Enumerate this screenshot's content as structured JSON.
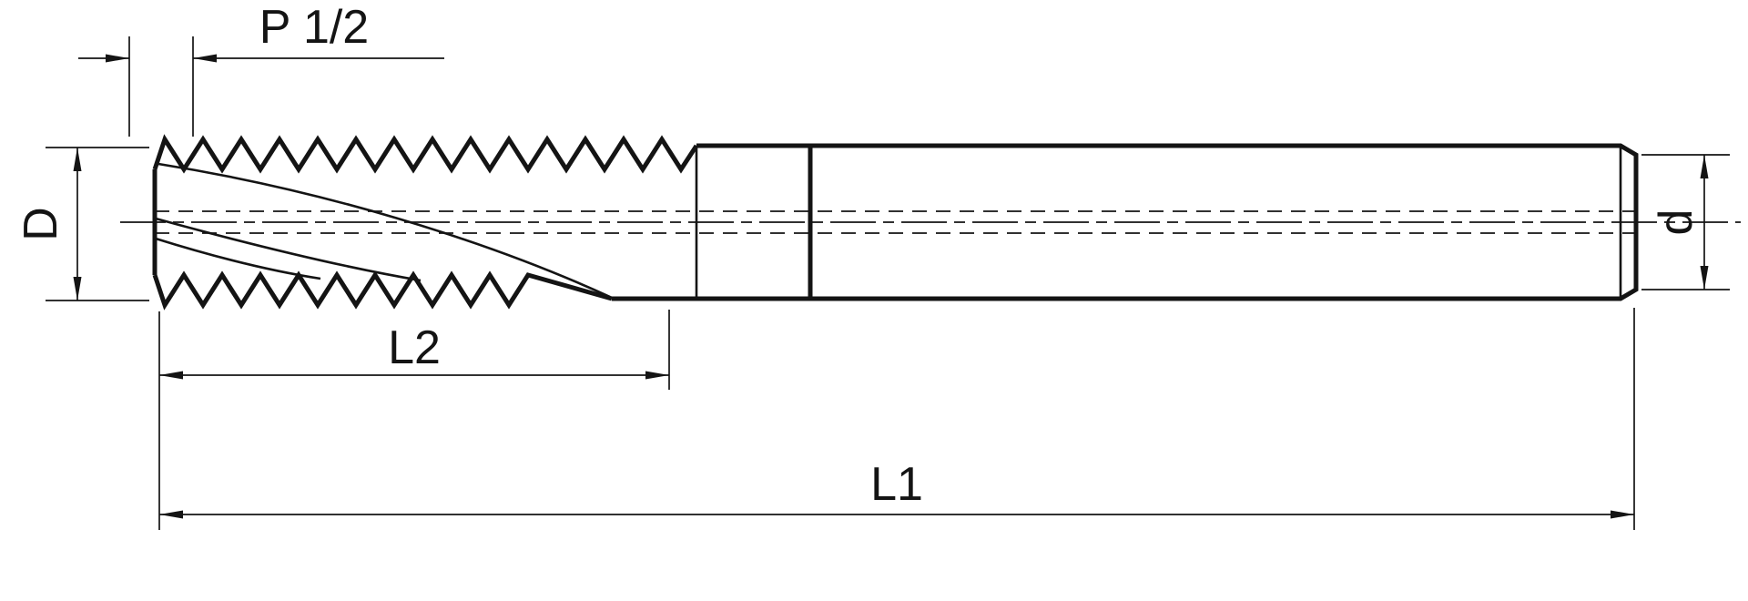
{
  "drawing": {
    "colors": {
      "line": "#141414",
      "background": "#ffffff"
    },
    "labels": {
      "pitch_half": "P 1/2",
      "cutting_diameter": "D",
      "shank_diameter": "d",
      "thread_length": "L2",
      "overall_length": "L1"
    }
  }
}
